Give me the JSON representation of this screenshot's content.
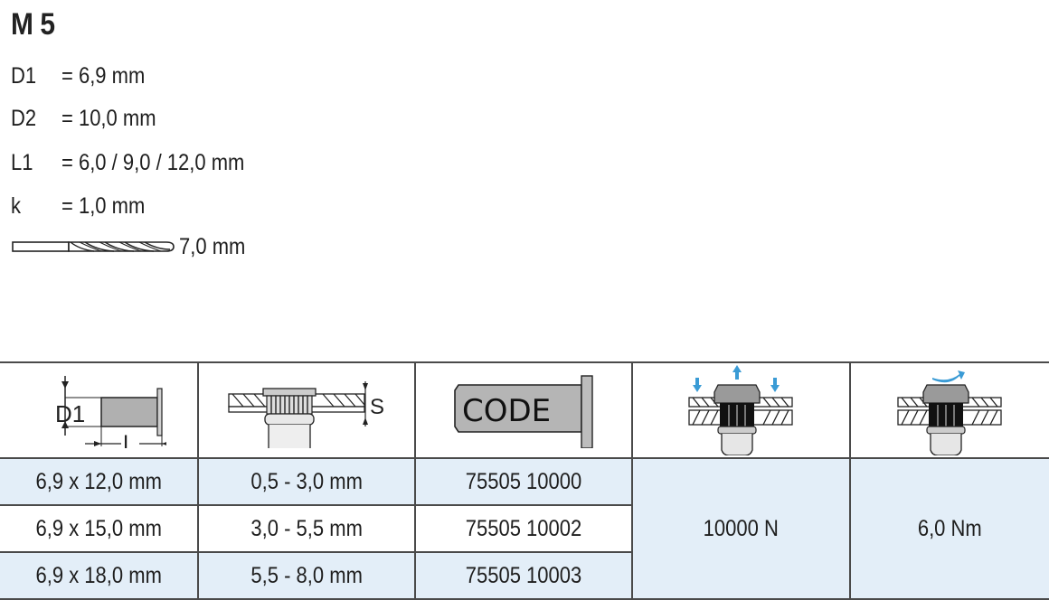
{
  "title": "M 5",
  "specs": [
    {
      "label": "D1",
      "value": "= 6,9 mm"
    },
    {
      "label": "D2",
      "value": "= 10,0 mm"
    },
    {
      "label": "L1",
      "value": "= 6,0 / 9,0 / 12,0 mm"
    },
    {
      "label": "k",
      "value": "= 1,0 mm"
    }
  ],
  "drill": {
    "icon": "drill-bit-icon",
    "value": "7,0 mm"
  },
  "table": {
    "headers": [
      {
        "icon": "rivet-nut-dimension-diagram-icon",
        "labels": {
          "d1": "D1",
          "l": "L"
        }
      },
      {
        "icon": "grip-range-diagram-icon",
        "labels": {
          "s": "S"
        }
      },
      {
        "icon": "article-code-diagram-icon",
        "labels": {
          "code": "CODE"
        }
      },
      {
        "icon": "tensile-force-diagram-icon"
      },
      {
        "icon": "tightening-torque-diagram-icon"
      }
    ],
    "rows": [
      {
        "size": "6,9 x 12,0 mm",
        "grip": "0,5 - 3,0 mm",
        "code": "75505 10000"
      },
      {
        "size": "6,9 x 15,0 mm",
        "grip": "3,0 - 5,5 mm",
        "code": "75505 10002"
      },
      {
        "size": "6,9 x 18,0 mm",
        "grip": "5,5 - 8,0 mm",
        "code": "75505 10003"
      }
    ],
    "force": "10000 N",
    "torque": "6,0 Nm"
  },
  "colors": {
    "row_blue": "#e3eef8",
    "border": "#4a4a4a",
    "accent_arrow": "#3a9bd5"
  }
}
